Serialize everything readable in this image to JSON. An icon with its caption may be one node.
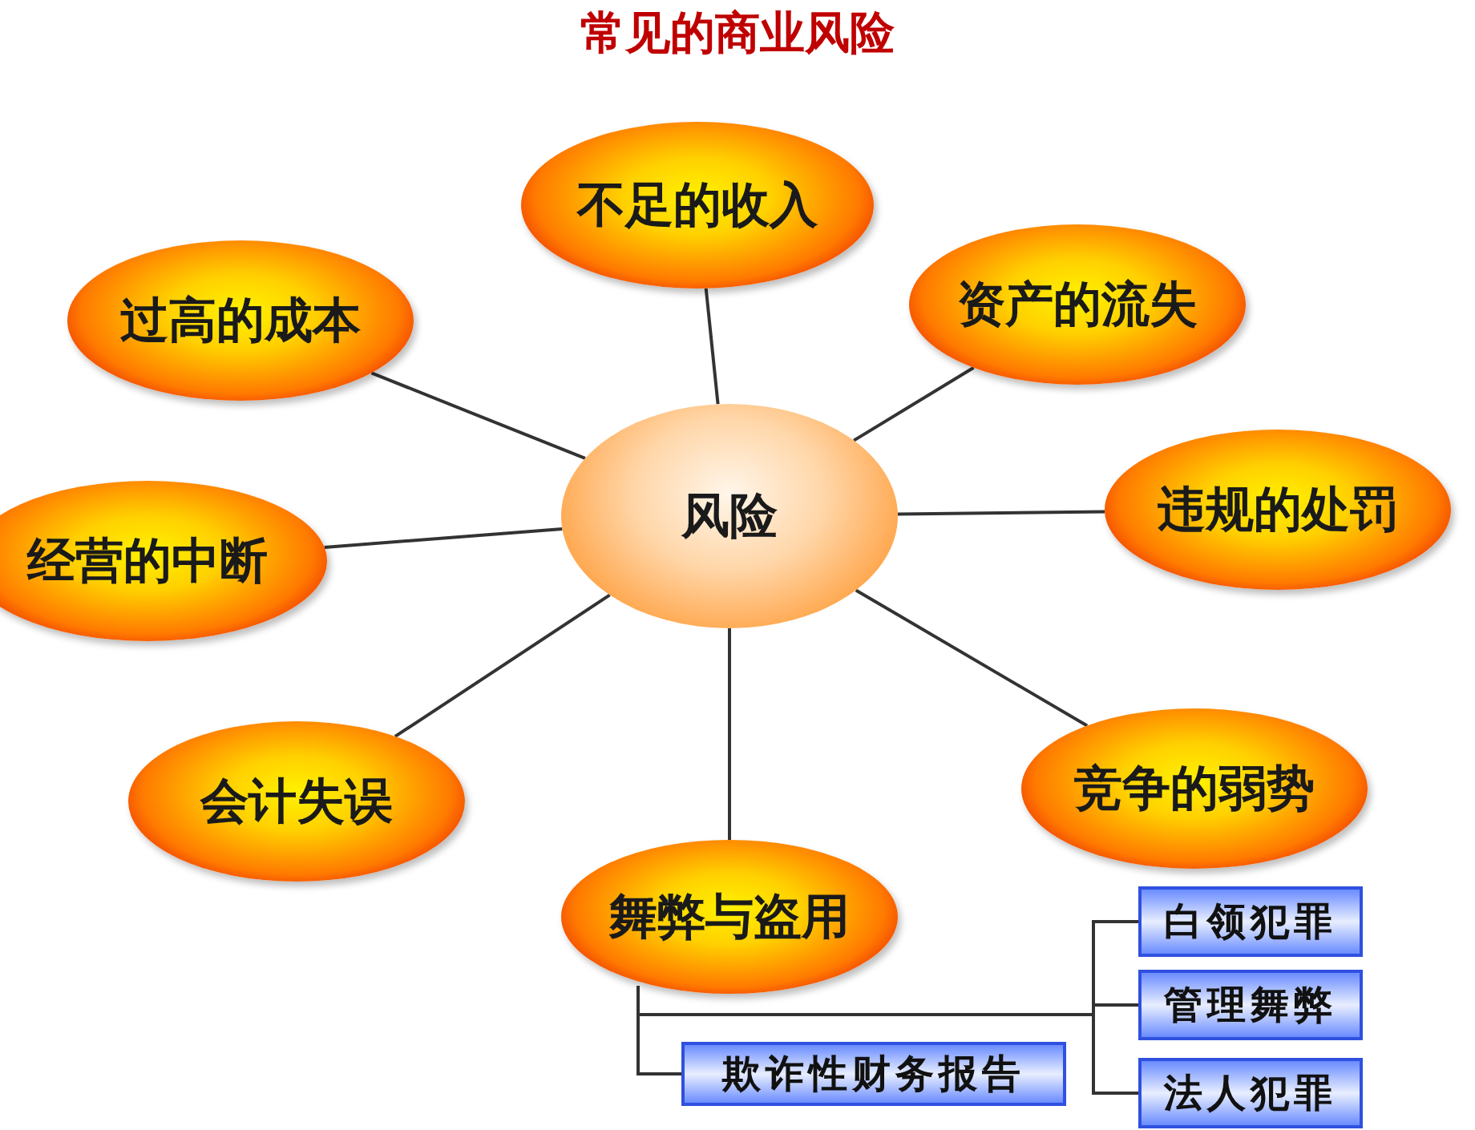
{
  "diagram": {
    "title": "常见的商业风险",
    "nodes": [
      {
        "text": [
          "风险"
        ]
      },
      {
        "text": [
          "不足的收入"
        ]
      },
      {
        "text": [
          "资产的流失"
        ]
      },
      {
        "text": [
          "违规的处罚"
        ]
      },
      {
        "text": [
          "竞争的弱势"
        ]
      },
      {
        "text": [
          "舞弊与盗用"
        ]
      },
      {
        "text": [
          "会计失误"
        ]
      },
      {
        "text": [
          "经营的中断"
        ]
      },
      {
        "text": [
          "过高的成本"
        ]
      },
      {
        "text": [
          "欺诈性财务报告"
        ]
      },
      {
        "text": [
          "白领犯罪"
        ]
      },
      {
        "text": [
          "管理舞弊"
        ]
      },
      {
        "text": [
          "法人犯罪"
        ]
      }
    ],
    "edges": [
      {
        "from": 0,
        "to": 1,
        "arrow": "none"
      },
      {
        "from": 0,
        "to": 2,
        "arrow": "none"
      },
      {
        "from": 0,
        "to": 3,
        "arrow": "none"
      },
      {
        "from": 0,
        "to": 4,
        "arrow": "none"
      },
      {
        "from": 0,
        "to": 5,
        "arrow": "none"
      },
      {
        "from": 0,
        "to": 6,
        "arrow": "none"
      },
      {
        "from": 0,
        "to": 7,
        "arrow": "none"
      },
      {
        "from": 0,
        "to": 8,
        "arrow": "none"
      },
      {
        "from": 5,
        "to": 9,
        "arrow": "none"
      },
      {
        "from": 5,
        "to": 10,
        "arrow": "none"
      },
      {
        "from": 5,
        "to": 11,
        "arrow": "none"
      },
      {
        "from": 5,
        "to": 12,
        "arrow": "none"
      }
    ]
  }
}
